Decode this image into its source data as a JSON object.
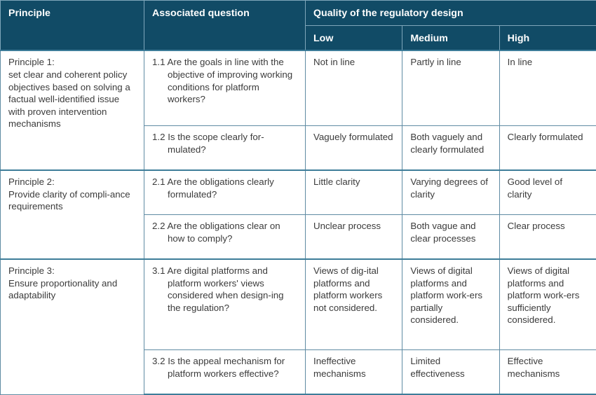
{
  "table": {
    "headers": {
      "principle": "Principle",
      "question": "Associated question",
      "quality": "Quality of the regulatory design",
      "low": "Low",
      "medium": "Medium",
      "high": "High"
    },
    "principles": [
      {
        "title": "Principle 1:",
        "body": "set clear and coherent policy objectives based on solving a factual well-identified issue with proven intervention mechanisms",
        "rows": [
          {
            "number": "1.1",
            "question": "Are the goals in line with the objective of improving working conditions for platform workers?",
            "low": "Not in line",
            "medium": "Partly in line",
            "high": "In line"
          },
          {
            "number": "1.2",
            "question": "Is the scope clearly for-mulated?",
            "low": "Vaguely formulated",
            "medium": "Both vaguely and clearly formulated",
            "high": "Clearly formulated"
          }
        ]
      },
      {
        "title": "Principle 2:",
        "body": "Provide clarity of compli-ance requirements",
        "rows": [
          {
            "number": "2.1",
            "question": "Are the obligations clearly formulated?",
            "low": "Little clarity",
            "medium": "Varying degrees of clarity",
            "high": "Good level of clarity"
          },
          {
            "number": "2.2",
            "question": "Are the obligations clear on how to comply?",
            "low": "Unclear process",
            "medium": "Both vague and clear processes",
            "high": "Clear process"
          }
        ]
      },
      {
        "title": "Principle 3:",
        "body": "Ensure proportionality and adaptability",
        "rows": [
          {
            "number": "3.1",
            "question": "Are digital platforms and platform workers' views considered when design-ing the regulation?",
            "low": "Views of dig-ital platforms and platform workers not considered.",
            "medium": "Views of digital platforms and platform work-ers partially considered.",
            "high": "Views of digital platforms and platform work-ers sufficiently considered."
          },
          {
            "number": "3.2",
            "question": "Is the appeal mechanism for platform workers effective?",
            "low": "Ineffective mechanisms",
            "medium": "Limited effectiveness",
            "high": "Effective mechanisms"
          }
        ]
      }
    ]
  },
  "colors": {
    "header_bg": "#114b66",
    "header_text": "#ffffff",
    "grid_line": "#5f8ba3",
    "section_line": "#3d7d99",
    "body_text": "#3b3b3b"
  }
}
